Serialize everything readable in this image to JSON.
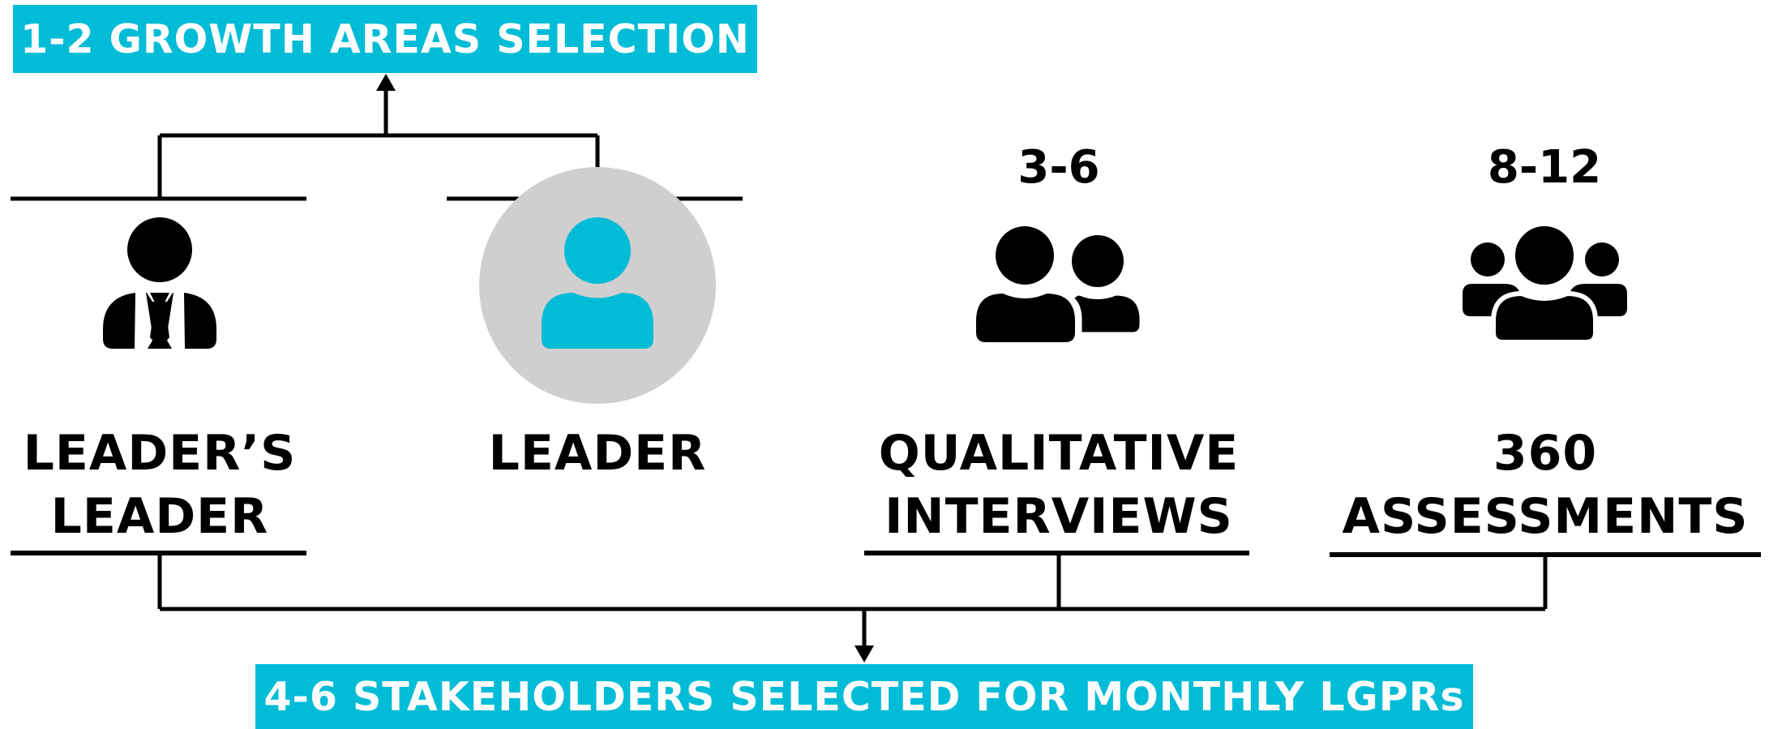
{
  "colors": {
    "accent": "#00BCD6",
    "leader_circle": "#D0CFD0",
    "line": "#000000",
    "banner_text": "#FFFFFF"
  },
  "banners": {
    "top": "1-2 GROWTH AREAS SELECTION",
    "bottom": "4-6 STAKEHOLDERS SELECTED FOR MONTHLY LGPRs"
  },
  "nodes": [
    {
      "id": "leaders-leader",
      "icon": "businessman-icon",
      "count": "",
      "label_lines": [
        "LEADER’S",
        "LEADER"
      ]
    },
    {
      "id": "leader",
      "icon": "person-icon",
      "count": "",
      "label_lines": [
        "LEADER"
      ]
    },
    {
      "id": "qualitative-interviews",
      "icon": "two-people-icon",
      "count": "3-6",
      "label_lines": [
        "QUALITATIVE",
        "INTERVIEWS"
      ]
    },
    {
      "id": "360-assessments",
      "icon": "group-icon",
      "count": "8-12",
      "label_lines": [
        "360",
        "ASSESSMENTS"
      ]
    }
  ]
}
